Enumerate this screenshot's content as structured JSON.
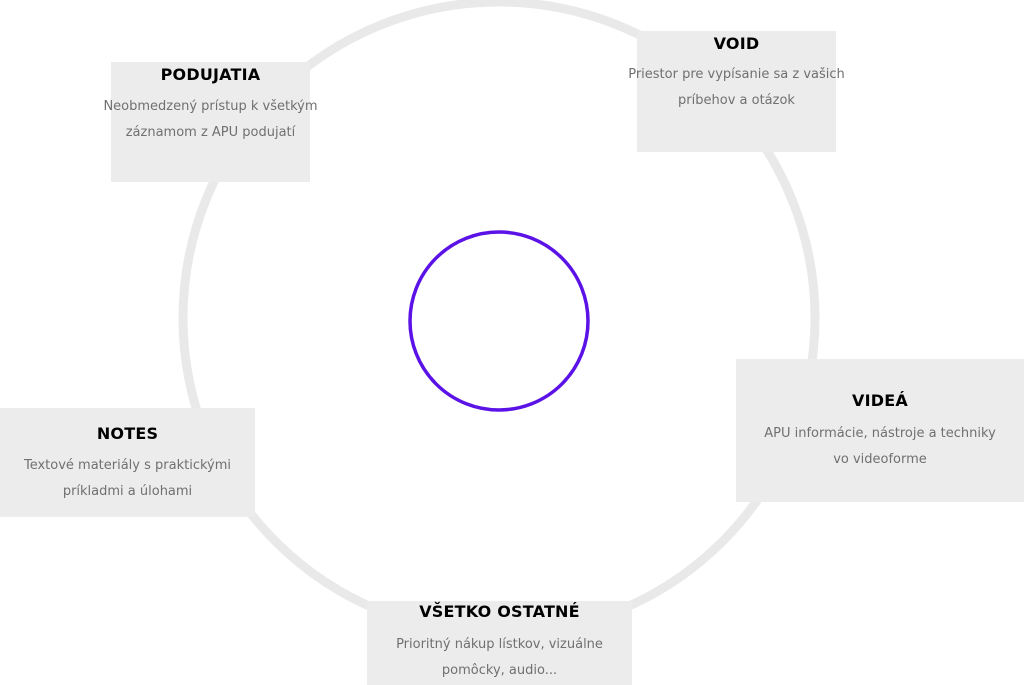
{
  "colors": {
    "ring": "#e9e9e9",
    "center_circle": "#5b12e6",
    "card_background": "#ececec",
    "title": "#000000",
    "description": "#707070"
  },
  "nodes": {
    "podujatia": {
      "title": "PODUJATIA",
      "desc_line1": "Neobmedzený prístup k všetkým",
      "desc_line2": "záznamom z APU podujatí"
    },
    "void": {
      "title": "VOID",
      "desc_line1": "Priestor pre vypísanie sa z vašich",
      "desc_line2": "príbehov a otázok"
    },
    "videa": {
      "title": "VIDEÁ",
      "desc_line1": "APU informácie, nástroje a techniky",
      "desc_line2": "vo videoforme"
    },
    "notes": {
      "title": "NOTES",
      "desc_line1": "Textové materiály s praktickými",
      "desc_line2": "príkladmi a úlohami"
    },
    "vsetko": {
      "title": "VŠETKO OSTATNÉ",
      "desc_line1": "Prioritný nákup lístkov, vizuálne",
      "desc_line2": "pomôcky, audio..."
    }
  }
}
